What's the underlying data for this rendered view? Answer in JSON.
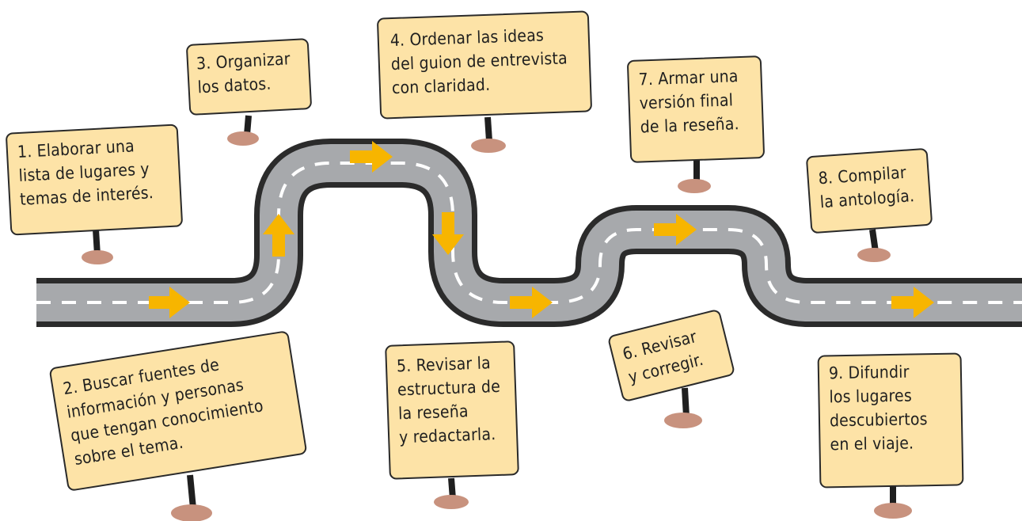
{
  "colors": {
    "sign_fill": "#fde3a7",
    "sign_border": "#2a2a2a",
    "road": "#a7a9ac",
    "road_edge": "#2b2b2b",
    "lane_dash": "#ffffff",
    "arrow": "#f7b500",
    "stone": "#c8927e"
  },
  "road_arrows": [
    "arrow-right",
    "arrow-up",
    "arrow-right",
    "arrow-down",
    "arrow-right",
    "arrow-right",
    "arrow-right"
  ],
  "signs": [
    {
      "step": 1,
      "text": "1. Elaborar una\nlista de lugares y\ntemas de interés."
    },
    {
      "step": 2,
      "text": "2. Buscar fuentes de\ninformación y personas\nque tengan conocimiento\nsobre el tema."
    },
    {
      "step": 3,
      "text": "3. Organizar\nlos datos."
    },
    {
      "step": 4,
      "text": "4. Ordenar las ideas\ndel guion de entrevista\ncon claridad."
    },
    {
      "step": 5,
      "text": "5. Revisar la\nestructura de\nla reseña\ny redactarla."
    },
    {
      "step": 6,
      "text": "6. Revisar\ny corregir."
    },
    {
      "step": 7,
      "text": "7. Armar una\nversión final\nde la reseña."
    },
    {
      "step": 8,
      "text": "8. Compilar\nla antología."
    },
    {
      "step": 9,
      "text": "9. Difundir\nlos lugares\ndescubiertos\nen el viaje."
    }
  ]
}
